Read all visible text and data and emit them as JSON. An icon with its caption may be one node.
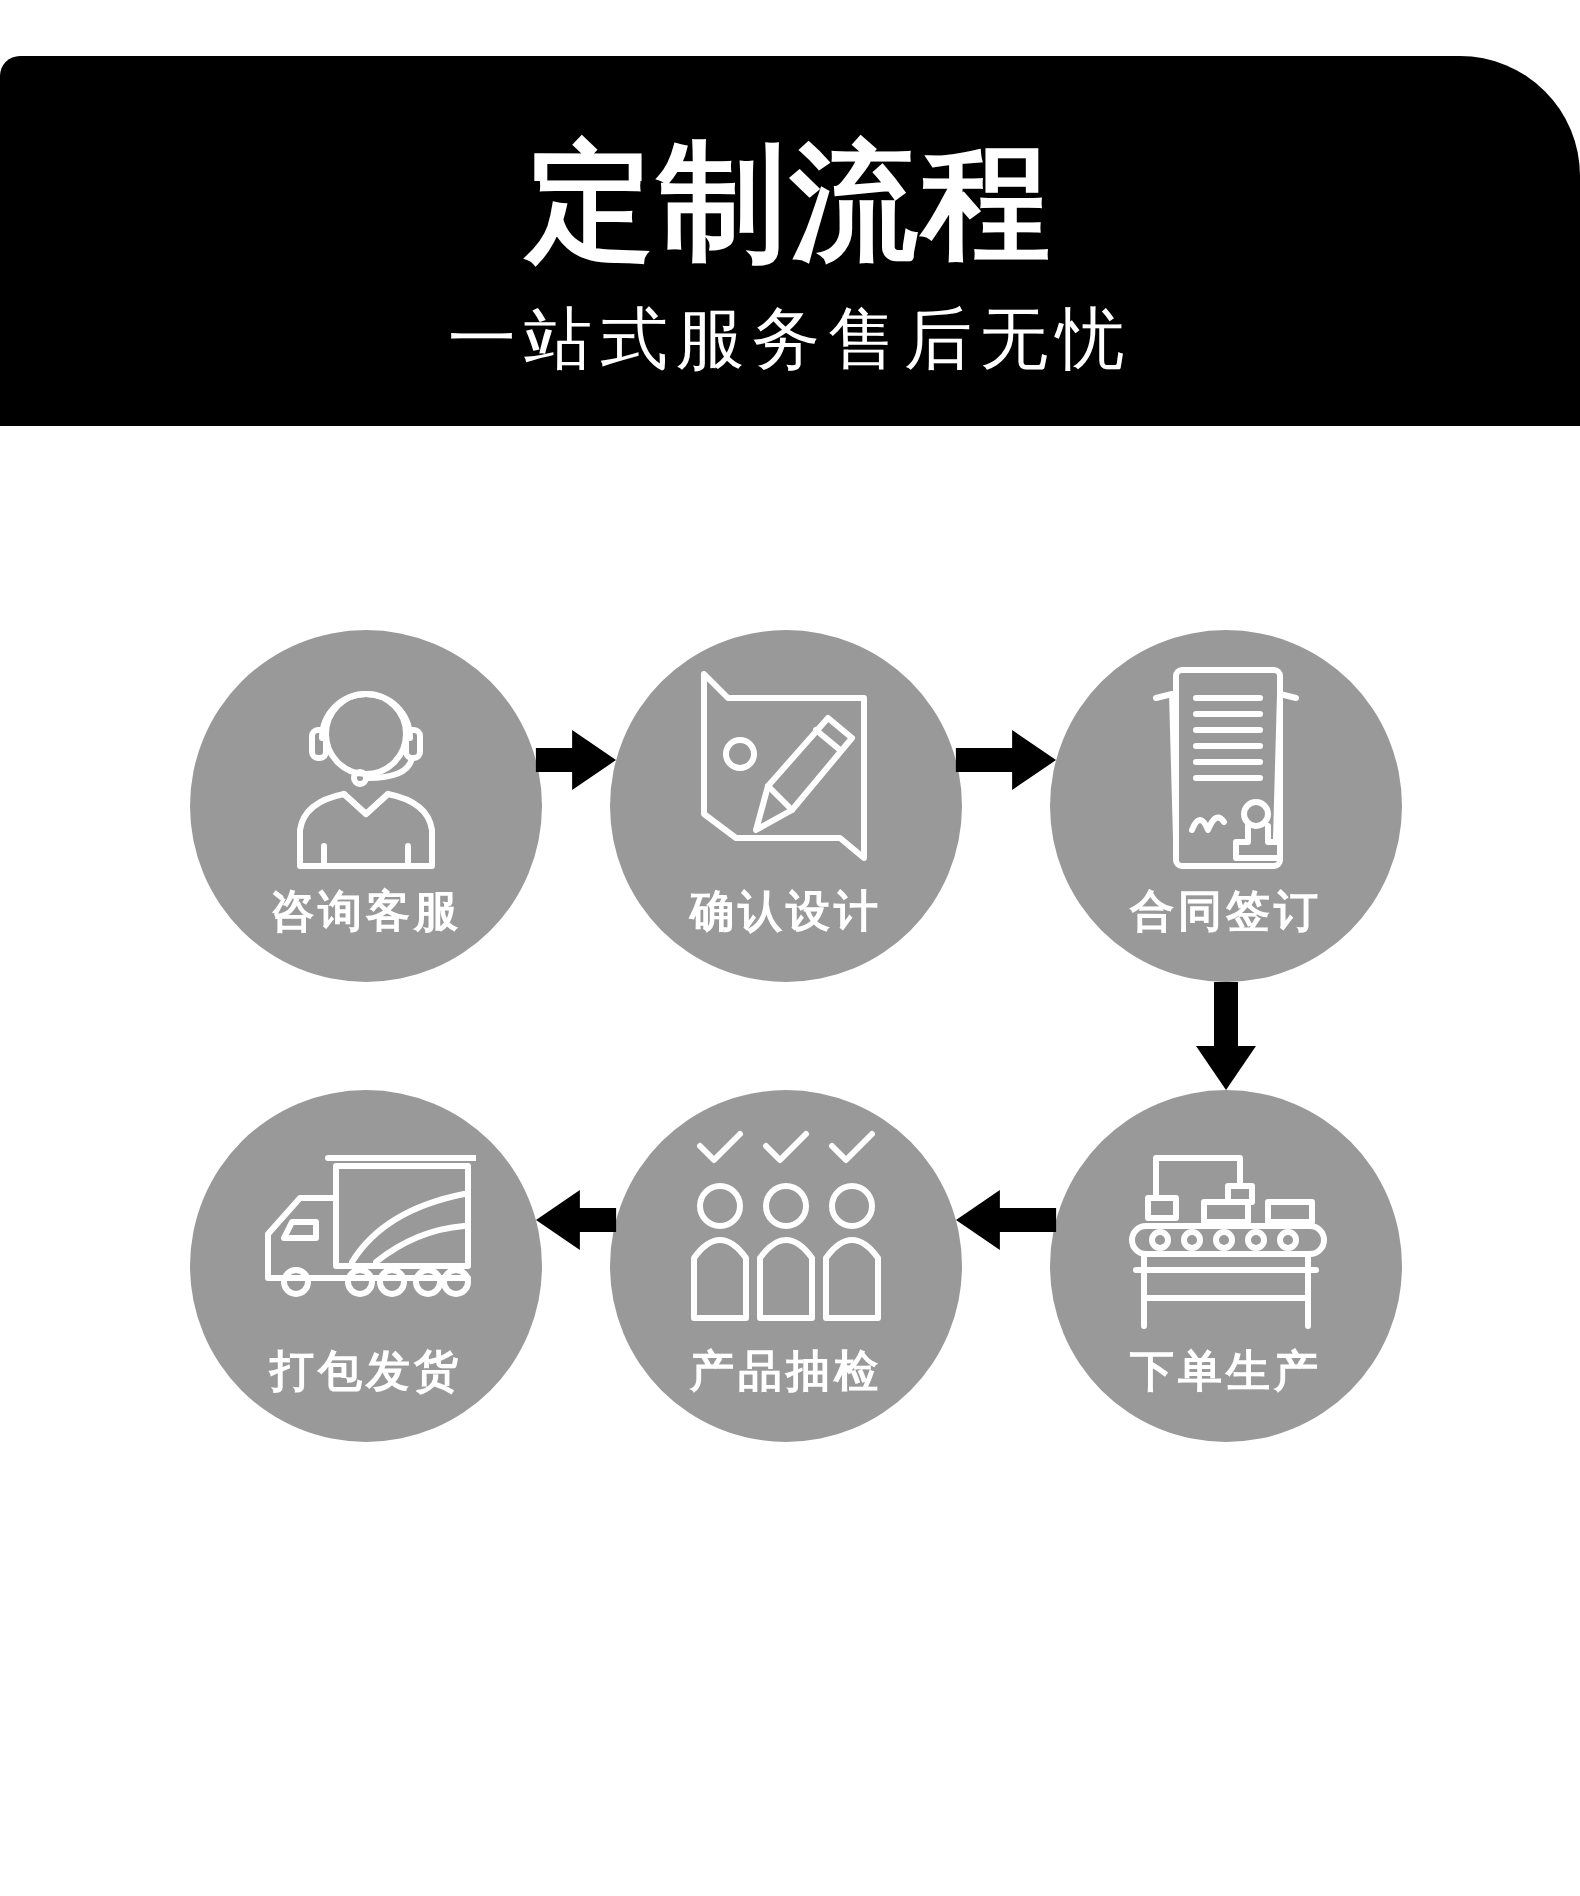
{
  "diagram": {
    "title": "定制流程",
    "nodes": [
      {
        "text": [
          "咨询客服"
        ]
      },
      {
        "text": [
          "确认设计"
        ]
      },
      {
        "text": [
          "合同签订"
        ]
      },
      {
        "text": [
          "下单生产"
        ]
      },
      {
        "text": [
          "产品抽检"
        ]
      },
      {
        "text": [
          "打包发货"
        ]
      }
    ],
    "edges": [
      {
        "from": 0,
        "to": 1,
        "arrow": "to"
      },
      {
        "from": 1,
        "to": 2,
        "arrow": "to"
      },
      {
        "from": 2,
        "to": 3,
        "arrow": "to"
      },
      {
        "from": 3,
        "to": 4,
        "arrow": "to"
      },
      {
        "from": 4,
        "to": 5,
        "arrow": "to"
      }
    ],
    "labels": [
      "一站式服务售后无忧"
    ]
  }
}
